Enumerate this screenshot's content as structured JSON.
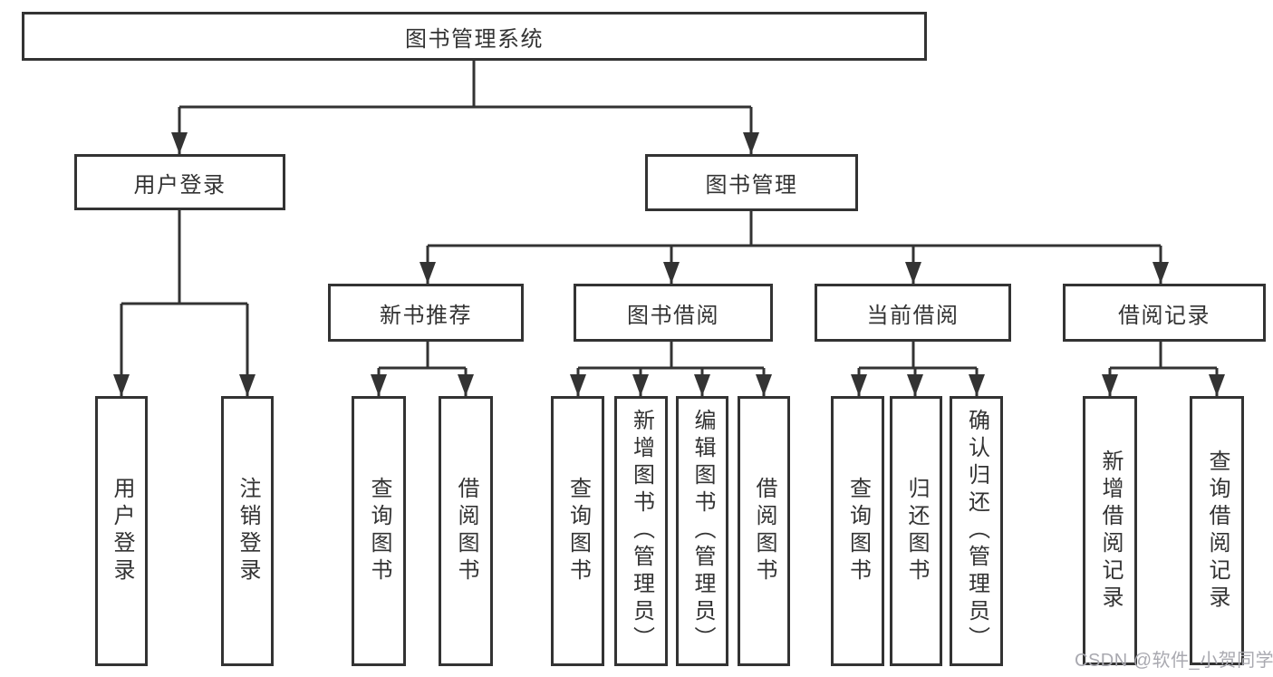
{
  "diagram": {
    "root": {
      "label": "图书管理系统"
    },
    "level2": [
      {
        "label": "用户登录"
      },
      {
        "label": "图书管理"
      }
    ],
    "level3": [
      {
        "label": "新书推荐",
        "parent": "图书管理"
      },
      {
        "label": "图书借阅",
        "parent": "图书管理"
      },
      {
        "label": "当前借阅",
        "parent": "图书管理"
      },
      {
        "label": "借阅记录",
        "parent": "图书管理"
      }
    ],
    "leaves": [
      {
        "label": "用户登录",
        "parent": "用户登录"
      },
      {
        "label": "注销登录",
        "parent": "用户登录"
      },
      {
        "label": "查询图书",
        "parent": "新书推荐"
      },
      {
        "label": "借阅图书",
        "parent": "新书推荐"
      },
      {
        "label": "查询图书",
        "parent": "图书借阅"
      },
      {
        "label": "新增图书（管理员）",
        "parent": "图书借阅"
      },
      {
        "label": "编辑图书（管理员）",
        "parent": "图书借阅"
      },
      {
        "label": "借阅图书",
        "parent": "图书借阅"
      },
      {
        "label": "查询图书",
        "parent": "当前借阅"
      },
      {
        "label": "归还图书",
        "parent": "当前借阅"
      },
      {
        "label": "确认归还（管理员）",
        "parent": "当前借阅"
      },
      {
        "label": "新增借阅记录",
        "parent": "借阅记录"
      },
      {
        "label": "查询借阅记录",
        "parent": "借阅记录"
      }
    ]
  },
  "watermark": {
    "text": "CSDN @软件_小贺同学"
  },
  "colors": {
    "line": "#333333",
    "text": "#333333",
    "watermark": "#a9a9b0",
    "background": "#ffffff"
  }
}
